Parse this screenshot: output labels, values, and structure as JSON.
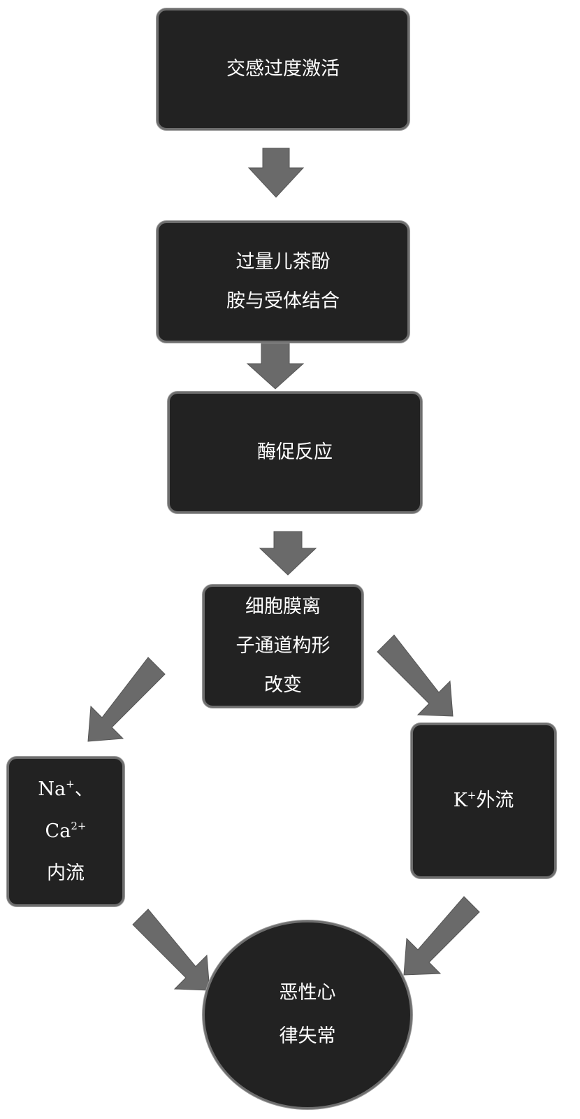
{
  "nodes": {
    "n1": {
      "lines": [
        "交感过度激活"
      ]
    },
    "n2": {
      "lines": [
        "过量儿茶酚",
        "胺与受体结合"
      ]
    },
    "n3": {
      "lines": [
        "酶促反应"
      ]
    },
    "n4": {
      "lines": [
        "细胞膜离",
        "子通道构形",
        "改变"
      ]
    },
    "n5": {
      "line1_base": "Na",
      "line1_sup": "+",
      "line1_tail": "、",
      "line2_base": "Ca",
      "line2_sup": "2+",
      "line3": "内流"
    },
    "n6": {
      "base": "K",
      "sup": "+",
      "tail": "外流"
    },
    "n7": {
      "lines": [
        "恶性心",
        "律失常"
      ]
    }
  },
  "colors": {
    "node_fill": "#222222",
    "node_border": "#6e6e6e",
    "arrow_fill": "#6a6a6a",
    "text": "#ffffff"
  }
}
